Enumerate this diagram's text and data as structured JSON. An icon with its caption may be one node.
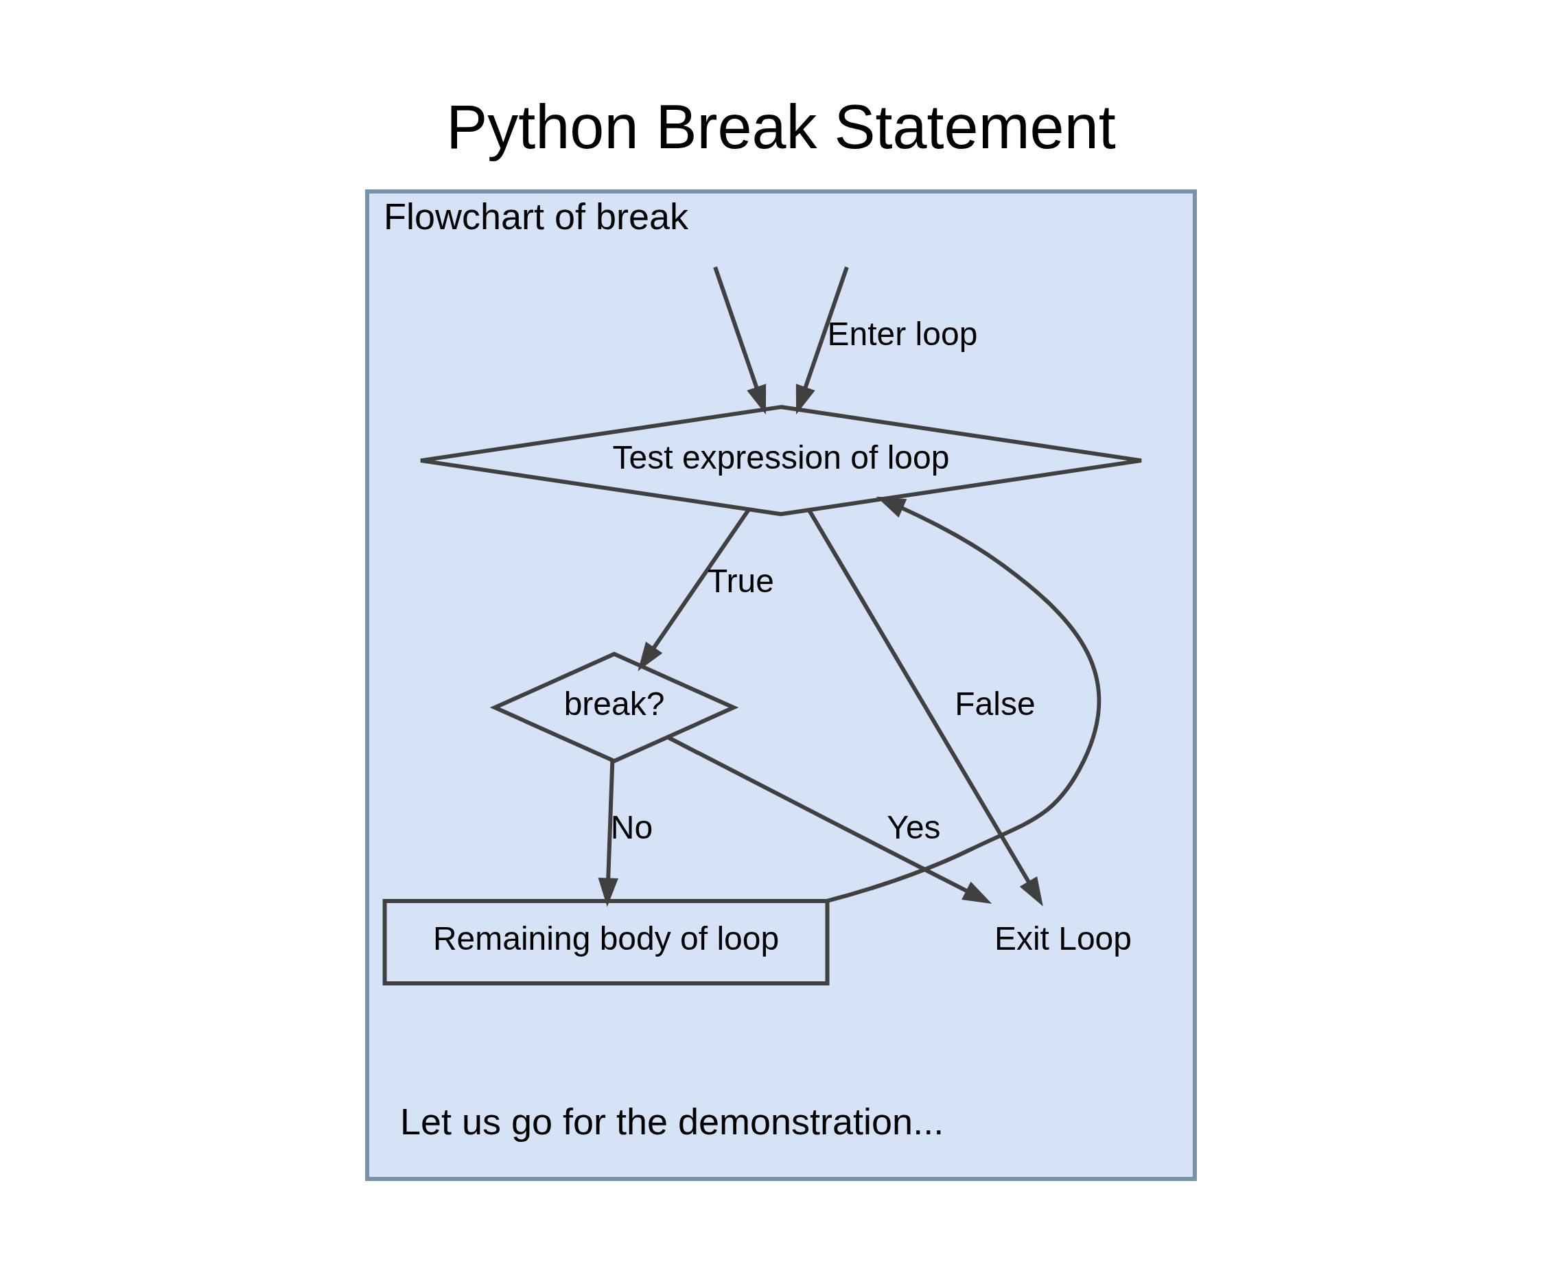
{
  "diagram": {
    "title": "Python Break Statement",
    "nodes": [
      {
        "text": [
          "Flowchart of break"
        ]
      },
      {
        "text": [
          "Test expression of loop"
        ],
        "in": 0
      },
      {
        "text": [
          "break?"
        ],
        "in": 0
      },
      {
        "text": [
          "Remaining body of loop"
        ],
        "in": 0
      },
      {
        "text": [
          "Exit Loop"
        ],
        "in": 0
      }
    ],
    "edges": [
      {
        "from": null,
        "to": 1,
        "arrow": "to",
        "label": "Enter loop"
      },
      {
        "from": 1,
        "to": 2,
        "arrow": "to",
        "label": "True"
      },
      {
        "from": 2,
        "to": 3,
        "arrow": "to",
        "label": "No"
      },
      {
        "from": 3,
        "to": 1,
        "arrow": "to"
      },
      {
        "from": null,
        "to": 1,
        "arrow": "to"
      },
      {
        "from": 1,
        "to": 4,
        "arrow": "to",
        "label": "False"
      },
      {
        "from": 2,
        "to": 4,
        "arrow": "to",
        "label": "Yes"
      }
    ],
    "labels": [
      "Let us go for the demonstration..."
    ]
  }
}
